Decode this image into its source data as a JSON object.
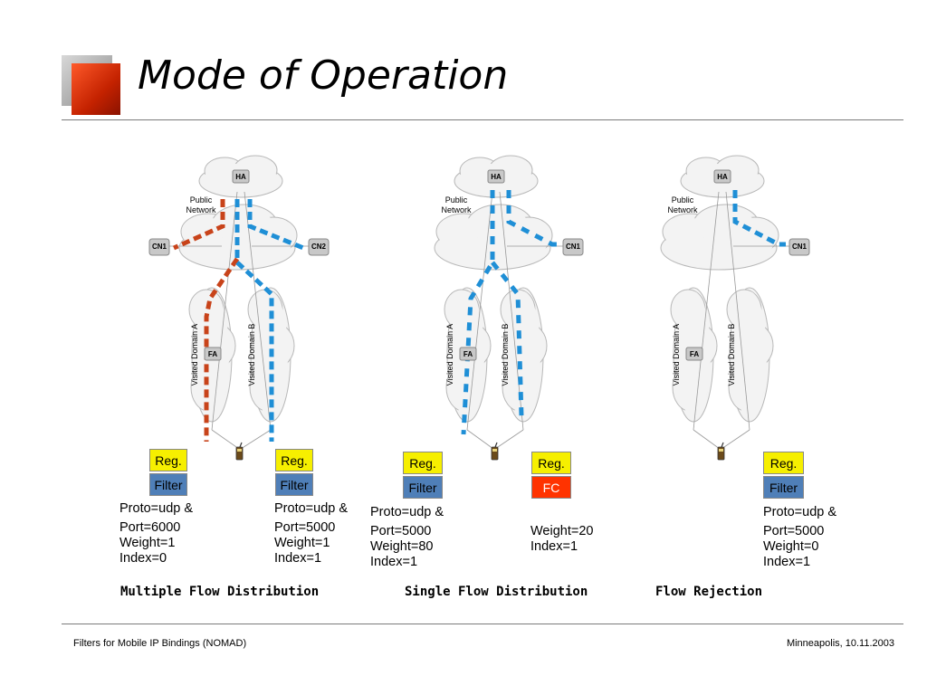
{
  "slide": {
    "title": "Mode of Operation",
    "footer_left": "Filters for Mobile IP Bindings (NOMAD)",
    "footer_right": "Minneapolis, 10.11.2003"
  },
  "labels": {
    "ha": "HA",
    "public_network": [
      "Public",
      "Network"
    ],
    "cn1": "CN1",
    "cn2": "CN2",
    "fa": "FA",
    "visited_a": "Visited Domain A",
    "visited_b": "Visited Domain B"
  },
  "colors": {
    "red_flow": "#c8431a",
    "blue_flow": "#1f8fd6",
    "reg": "#f6ef00",
    "filter": "#4f7fb8",
    "fc": "#ff3300"
  },
  "panels": [
    {
      "caption": "Multiple Flow Distribution",
      "filters": [
        {
          "reg": "Reg.",
          "lower": "Filter",
          "lines": [
            "Proto=udp &",
            "Port=6000",
            "Weight=1",
            "Index=0"
          ]
        },
        {
          "reg": "Reg.",
          "lower": "Filter",
          "lines": [
            "Proto=udp &",
            "Port=5000",
            "Weight=1",
            "Index=1"
          ]
        }
      ]
    },
    {
      "caption": "Single Flow Distribution",
      "filters": [
        {
          "reg": "Reg.",
          "lower": "Filter",
          "lines": [
            "Proto=udp &",
            "Port=5000",
            "Weight=80",
            "Index=1"
          ]
        },
        {
          "reg": "Reg.",
          "lower": "FC",
          "lines": [
            "Weight=20",
            "Index=1"
          ]
        }
      ]
    },
    {
      "caption": "Flow Rejection",
      "filters": [
        {
          "reg": "Reg.",
          "lower": "Filter",
          "lines": [
            "Proto=udp &",
            "Port=5000",
            "Weight=0",
            "Index=1"
          ]
        }
      ]
    }
  ]
}
